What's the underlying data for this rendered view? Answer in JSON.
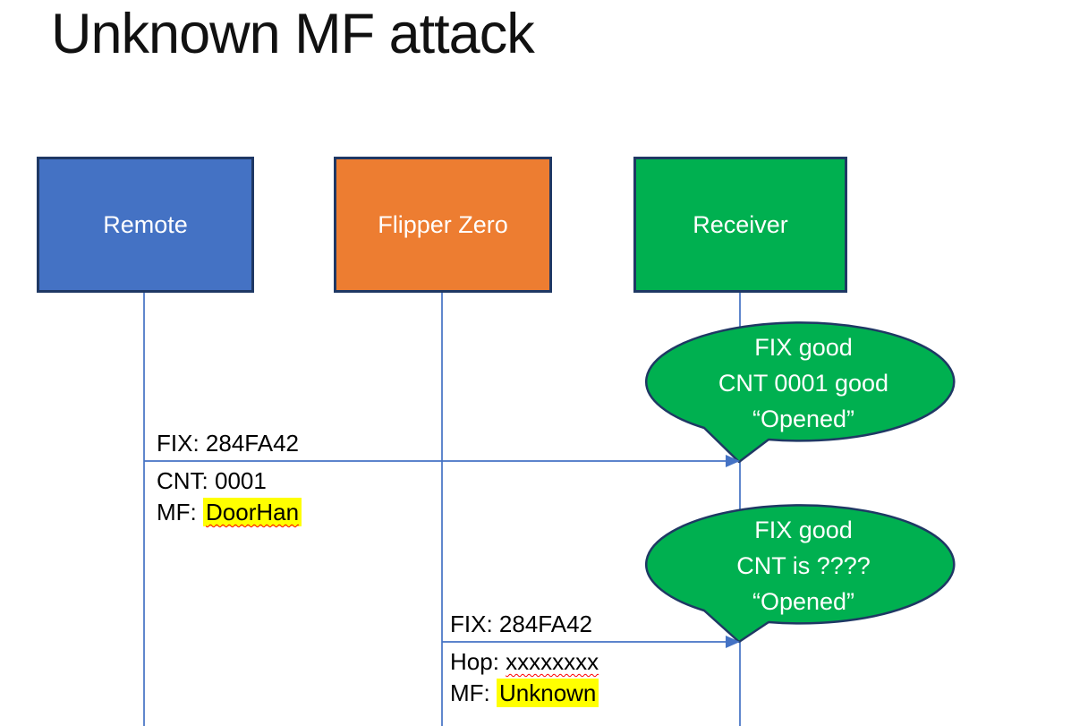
{
  "title": "Unknown MF attack",
  "actors": {
    "remote": {
      "label": "Remote",
      "color": "#4472C4"
    },
    "flipper": {
      "label": "Flipper Zero",
      "color": "#ED7D31"
    },
    "receiver": {
      "label": "Receiver",
      "color": "#00B050"
    }
  },
  "palette": {
    "box_border": "#1F3864",
    "lifeline_blue": "#4472C4",
    "bubble_green": "#00B050",
    "bubble_border": "#1F3864",
    "highlight_yellow": "#FFFF00",
    "squiggle_red": "#FF0000",
    "text_black": "#000000",
    "text_white": "#FFFFFF"
  },
  "messages": {
    "msg1": {
      "from": "Remote",
      "to": "Receiver",
      "line1": "FIX: 284FA42",
      "line2": "CNT: 0001",
      "line3_prefix": "MF: ",
      "line3_value": "DoorHan"
    },
    "msg2": {
      "from": "Flipper Zero",
      "to": "Receiver",
      "line1": "FIX: 284FA42",
      "line2_prefix": "Hop: ",
      "line2_value": "xxxxxxxx",
      "line3_prefix": "MF: ",
      "line3_value": "Unknown"
    }
  },
  "bubbles": {
    "bubble1": {
      "line1": "FIX good",
      "line2": "CNT 0001 good",
      "line3": "“Opened”"
    },
    "bubble2": {
      "line1": "FIX good",
      "line2": "CNT is ????",
      "line3": "“Opened”"
    }
  }
}
